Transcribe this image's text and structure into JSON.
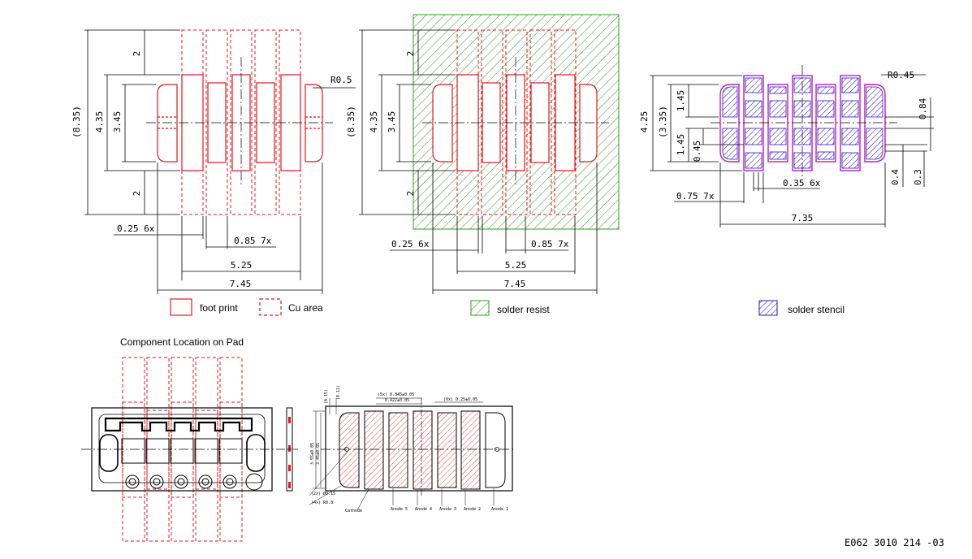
{
  "colors": {
    "footprint": "#e8141c",
    "solder_resist": "#2e9b1c",
    "stencil": "#2a17c6",
    "stencil_outline": "#c01ab8",
    "line": "#000000"
  },
  "view1": {
    "dims": {
      "d835": "(8.35)",
      "d435": "4.35",
      "d345": "3.45",
      "d2a": "2",
      "d2b": "2",
      "r05": "R0.5",
      "d025": "0.25 6x",
      "d085": "0.85 7x",
      "d525": "5.25",
      "d745": "7.45"
    }
  },
  "view2": {
    "dims": {
      "d835": "(8.35)",
      "d435": "4.35",
      "d345": "3.45",
      "d2a": "2",
      "d2b": "2",
      "d025": "0.25 6x",
      "d085": "0.85 7x",
      "d525": "5.25",
      "d745": "7.45"
    }
  },
  "view3": {
    "dims": {
      "d425": "4.25",
      "d335": "(3.35)",
      "d145a": "1.45",
      "d145b": "1.45",
      "d045": "0.45",
      "r045": "R0.45",
      "d084": "0.84",
      "d04": "0.4",
      "d03": "0.3",
      "d035": "0.35 6x",
      "d075": "0.75 7x",
      "d735": "7.35"
    }
  },
  "legend": {
    "footprint": "foot print",
    "cu_area": "Cu area",
    "solder_resist": "solder resist",
    "solder_stencil": "solder stencil"
  },
  "component": {
    "title": "Component Location on Pad",
    "labels": {
      "d015": "(0.15)",
      "d011": "(0.11)",
      "d5x": "(5x) 0.845±0.05",
      "d0422": "0.422±0.05",
      "d6x": "(6x) 0.25±0.05",
      "d355": "3.55±0.05",
      "d345": "3.45±0.05",
      "d2x": "(2x) Ø0.15",
      "d4x": "(4x) R0.8",
      "cathode": "Cathode",
      "anode5": "Anode 5",
      "anode4": "Anode 4",
      "anode3": "Anode 3",
      "anode2": "Anode 2",
      "anode1": "Anode 1"
    }
  },
  "doc_number": "E062 3010 214 -03"
}
